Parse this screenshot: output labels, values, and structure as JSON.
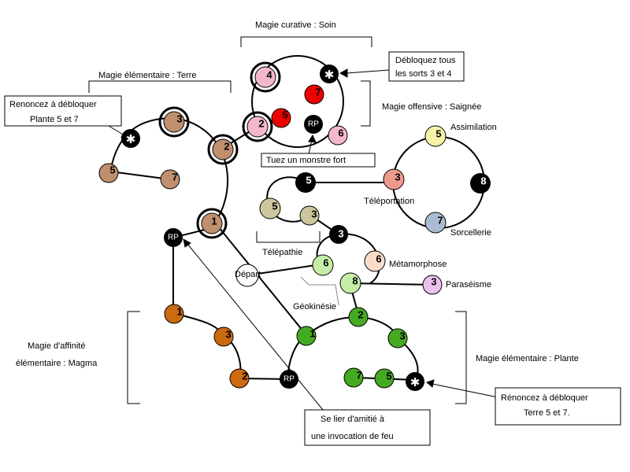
{
  "groups": {
    "healing": "Magie  curative  :  Soin",
    "earth": "Magie  élémentaire  :  Terre",
    "bleed": "Magie  offensive  :  Saignée",
    "magma_1": "Magie  d'affinité",
    "magma_2": "élémentaire  :  Magma",
    "plant": "Magie  élémentaire  :  Plante"
  },
  "labels": {
    "assimilation": "Assimilation",
    "teleportation": "Téléportation",
    "sorcellerie": "Sorcellerie",
    "telepathie": "Télépathie",
    "metamorphose": "Métamorphose",
    "parasitisme": "Paraséisme",
    "geokinesie": "Géokinésie",
    "depart": "Départ"
  },
  "callouts": {
    "unlock_3_4_l1": "Débloquez  tous",
    "unlock_3_4_l2": "les  sorts  3  et  4",
    "renounce_plant_l1": "Renoncez  à  débloquer",
    "renounce_plant_l2": "Plante  5  et  7",
    "kill_monster": "Tuez  un  monstre  fort",
    "fire_friend_l1": "Se  lier  d'amitié  à",
    "fire_friend_l2": "une  invocation  de  feu",
    "renounce_earth_l1": "Rénoncez  à  débloquer",
    "renounce_earth_l2": "Terre  5  et  7."
  },
  "nodes": {
    "heal4": "4",
    "heal7": "7",
    "heal5": "5",
    "heal2": "2",
    "heal6": "6",
    "heal_rp": "RP",
    "heal_star": "✱",
    "earth3": "3",
    "earth2": "2",
    "earth1": "1",
    "earth5": "5",
    "earth7": "7",
    "earth_star": "✱",
    "tele5": "5",
    "tele3": "3",
    "tele_link5": "5",
    "assim5": "5",
    "tp3": "3",
    "n8": "8",
    "sorc7": "7",
    "mid3": "3",
    "meta6": "6",
    "para3": "3",
    "geo6": "6",
    "geo8": "8",
    "plant2": "2",
    "plant1": "1",
    "plant3": "3",
    "plant7": "7",
    "plant5": "5",
    "plant_star": "✱",
    "plant_rp": "RP",
    "magma1": "1",
    "magma3": "3",
    "magma2": "2",
    "rp_left": "RP"
  },
  "colors": {
    "earth": "#c0906e",
    "heal_pink": "#f4b8cc",
    "bleed_red": "#ee0000",
    "black": "#000000",
    "yellow": "#f8f2a8",
    "salmon": "#ee9a8a",
    "blue_gray": "#a9bcd3",
    "telepathy": "#cbc69c",
    "peach": "#f8dcc8",
    "light_green": "#c4eea8",
    "pink_violet": "#eec0ee",
    "plant_green": "#44aa22",
    "magma_orange": "#cc6a10"
  }
}
